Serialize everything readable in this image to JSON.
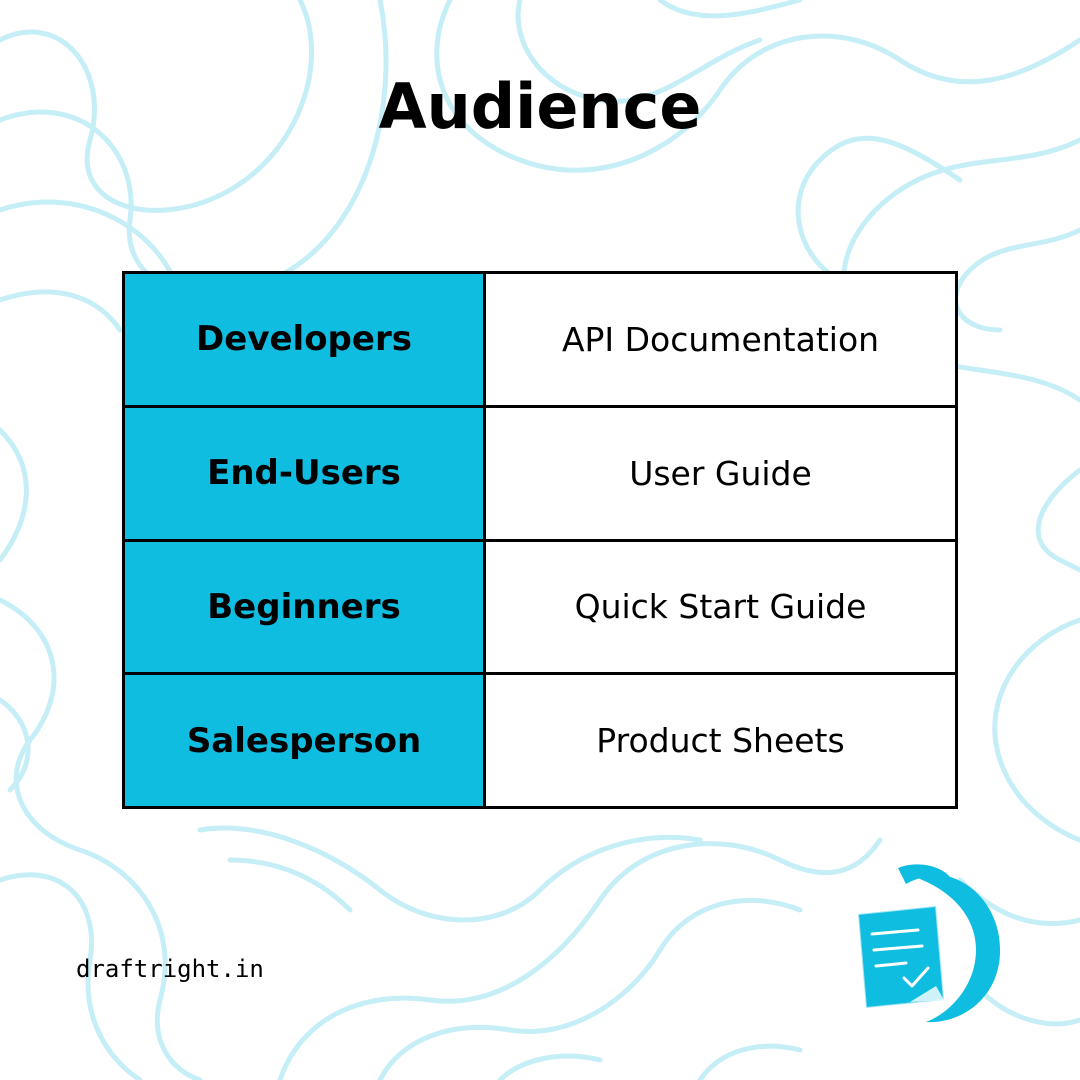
{
  "title": "Audience",
  "rows": [
    {
      "audience": "Developers",
      "document": "API Documentation"
    },
    {
      "audience": "End-Users",
      "document": "User Guide"
    },
    {
      "audience": "Beginners",
      "document": "Quick Start Guide"
    },
    {
      "audience": "Salesperson",
      "document": "Product Sheets"
    }
  ],
  "footer": {
    "site": "draftright.in",
    "logo_icon": "document-quill-logo-icon"
  },
  "colors": {
    "accent": "#0fbde0",
    "background_lines": "#c6eef7",
    "text": "#000000"
  }
}
